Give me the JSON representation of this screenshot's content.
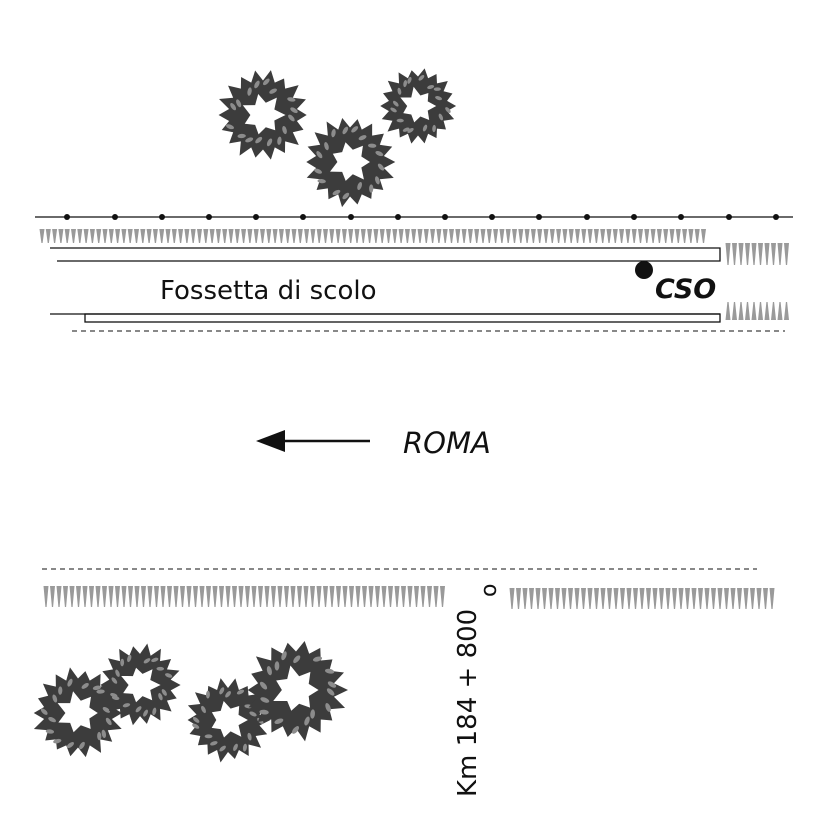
{
  "labels": {
    "ditch": "Fossetta di scolo",
    "cso": "CSO",
    "direction": "ROMA",
    "kilometer": "Km 184 + 800",
    "kilometer_degree": "o"
  },
  "colors": {
    "ink": "#111111",
    "grass": "#9a9a9a",
    "shrub_dark": "#3c3c3c",
    "shrub_light": "#8c8c8c"
  },
  "icons": {
    "shrub": "shrub-icon",
    "arrow": "arrow-left-icon",
    "cso_point": "dot-icon"
  }
}
